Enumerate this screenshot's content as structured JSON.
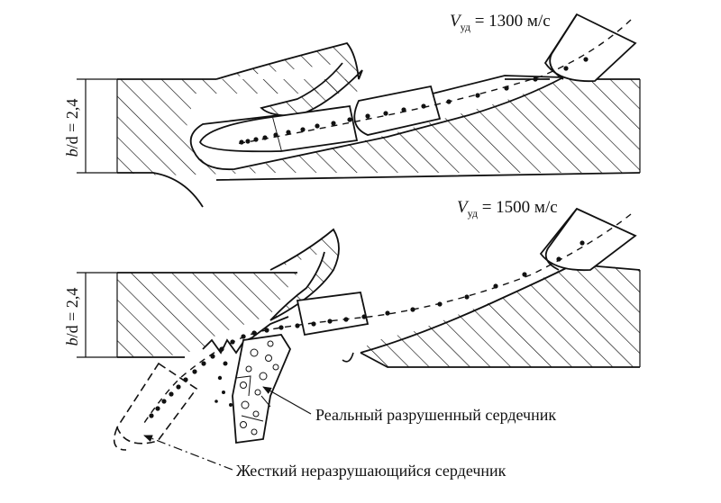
{
  "panels": [
    {
      "speed_symbol": "V",
      "speed_sub": "уд",
      "speed_value": "= 1300 м/с",
      "ratio_label_b": "b",
      "ratio_label_rest": "/d = 2,4"
    },
    {
      "speed_symbol": "V",
      "speed_sub": "уд",
      "speed_value": "= 1500 м/с",
      "ratio_label_b": "b",
      "ratio_label_rest": "/d = 2,4"
    }
  ],
  "callouts": {
    "real_core": "Реальный разрушенный сердечник",
    "rigid_core": "Жесткий неразрушающийся сердечник"
  },
  "colors": {
    "ink": "#111111",
    "background": "#ffffff"
  }
}
